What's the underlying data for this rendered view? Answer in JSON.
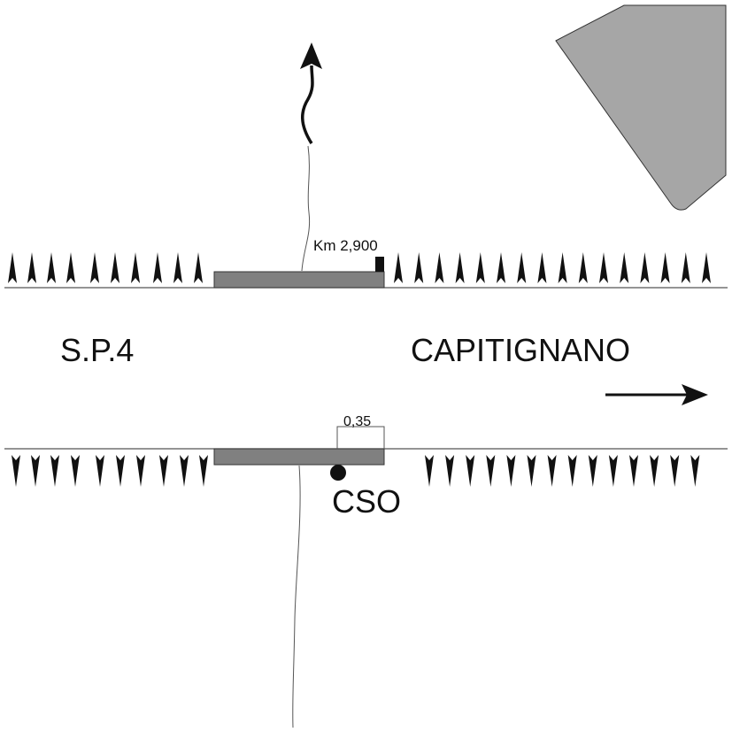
{
  "labels": {
    "km": "Km 2,900",
    "road": "S.P.4",
    "destination": "CAPITIGNANO",
    "dimension": "0,35",
    "station": "CSO"
  },
  "colors": {
    "structure": "#808080",
    "polygon": "#a6a6a6",
    "ink": "#111111",
    "line": "#555555"
  },
  "icons": {
    "flow": "curved-arrow-up-icon",
    "direction": "arrow-right-icon",
    "station": "dot-marker-icon"
  }
}
